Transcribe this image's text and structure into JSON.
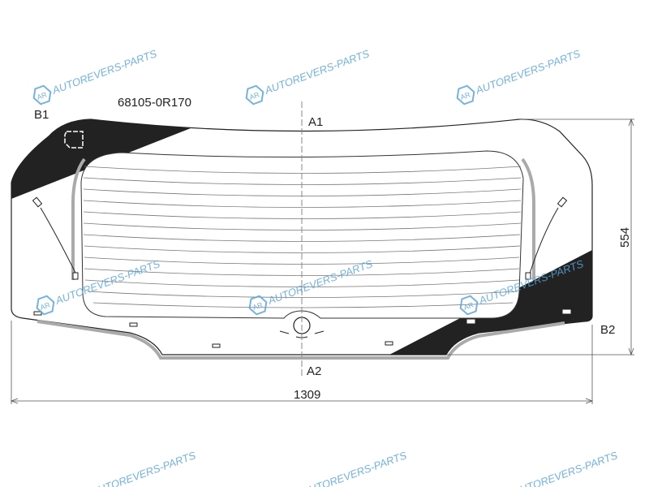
{
  "part_number": "68105-0R170",
  "labels": {
    "a1": "A1",
    "a2": "A2",
    "b1": "B1",
    "b2": "B2"
  },
  "dimensions": {
    "height": "554",
    "width": "1309"
  },
  "watermark": {
    "logo": "AR",
    "text": "AUTOREVERS-PARTS",
    "color": "#5aa6d8"
  }
}
